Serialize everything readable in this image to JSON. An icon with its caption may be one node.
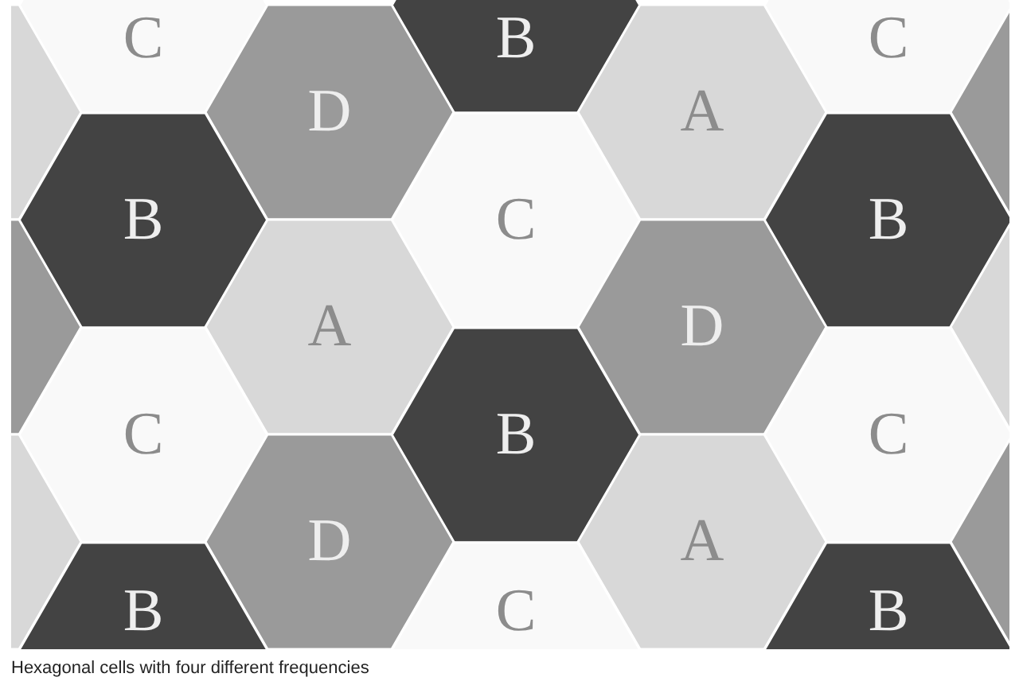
{
  "diagram": {
    "caption": "Hexagonal cells with four different frequencies",
    "nodes": [
      {
        "text": [
          "C"
        ]
      },
      {
        "text": [
          "B"
        ]
      },
      {
        "text": [
          "C"
        ]
      },
      {
        "text": [],
        "shape": "hexagon"
      },
      {
        "text": [
          "D"
        ]
      },
      {
        "text": [
          "A"
        ]
      },
      {
        "text": [],
        "shape": "hexagon"
      },
      {
        "text": [
          "B"
        ]
      },
      {
        "text": [
          "C"
        ]
      },
      {
        "text": [
          "B"
        ]
      },
      {
        "text": [],
        "shape": "hexagon"
      },
      {
        "text": [
          "A"
        ]
      },
      {
        "text": [
          "D"
        ]
      },
      {
        "text": [],
        "shape": "hexagon"
      },
      {
        "text": [
          "C"
        ]
      },
      {
        "text": [
          "B"
        ]
      },
      {
        "text": [
          "C"
        ]
      },
      {
        "text": [],
        "shape": "hexagon"
      },
      {
        "text": [
          "D"
        ]
      },
      {
        "text": [
          "A"
        ]
      },
      {
        "text": [],
        "shape": "hexagon"
      },
      {
        "text": [
          "B"
        ]
      },
      {
        "text": [
          "C"
        ]
      },
      {
        "text": [
          "B"
        ]
      }
    ]
  }
}
